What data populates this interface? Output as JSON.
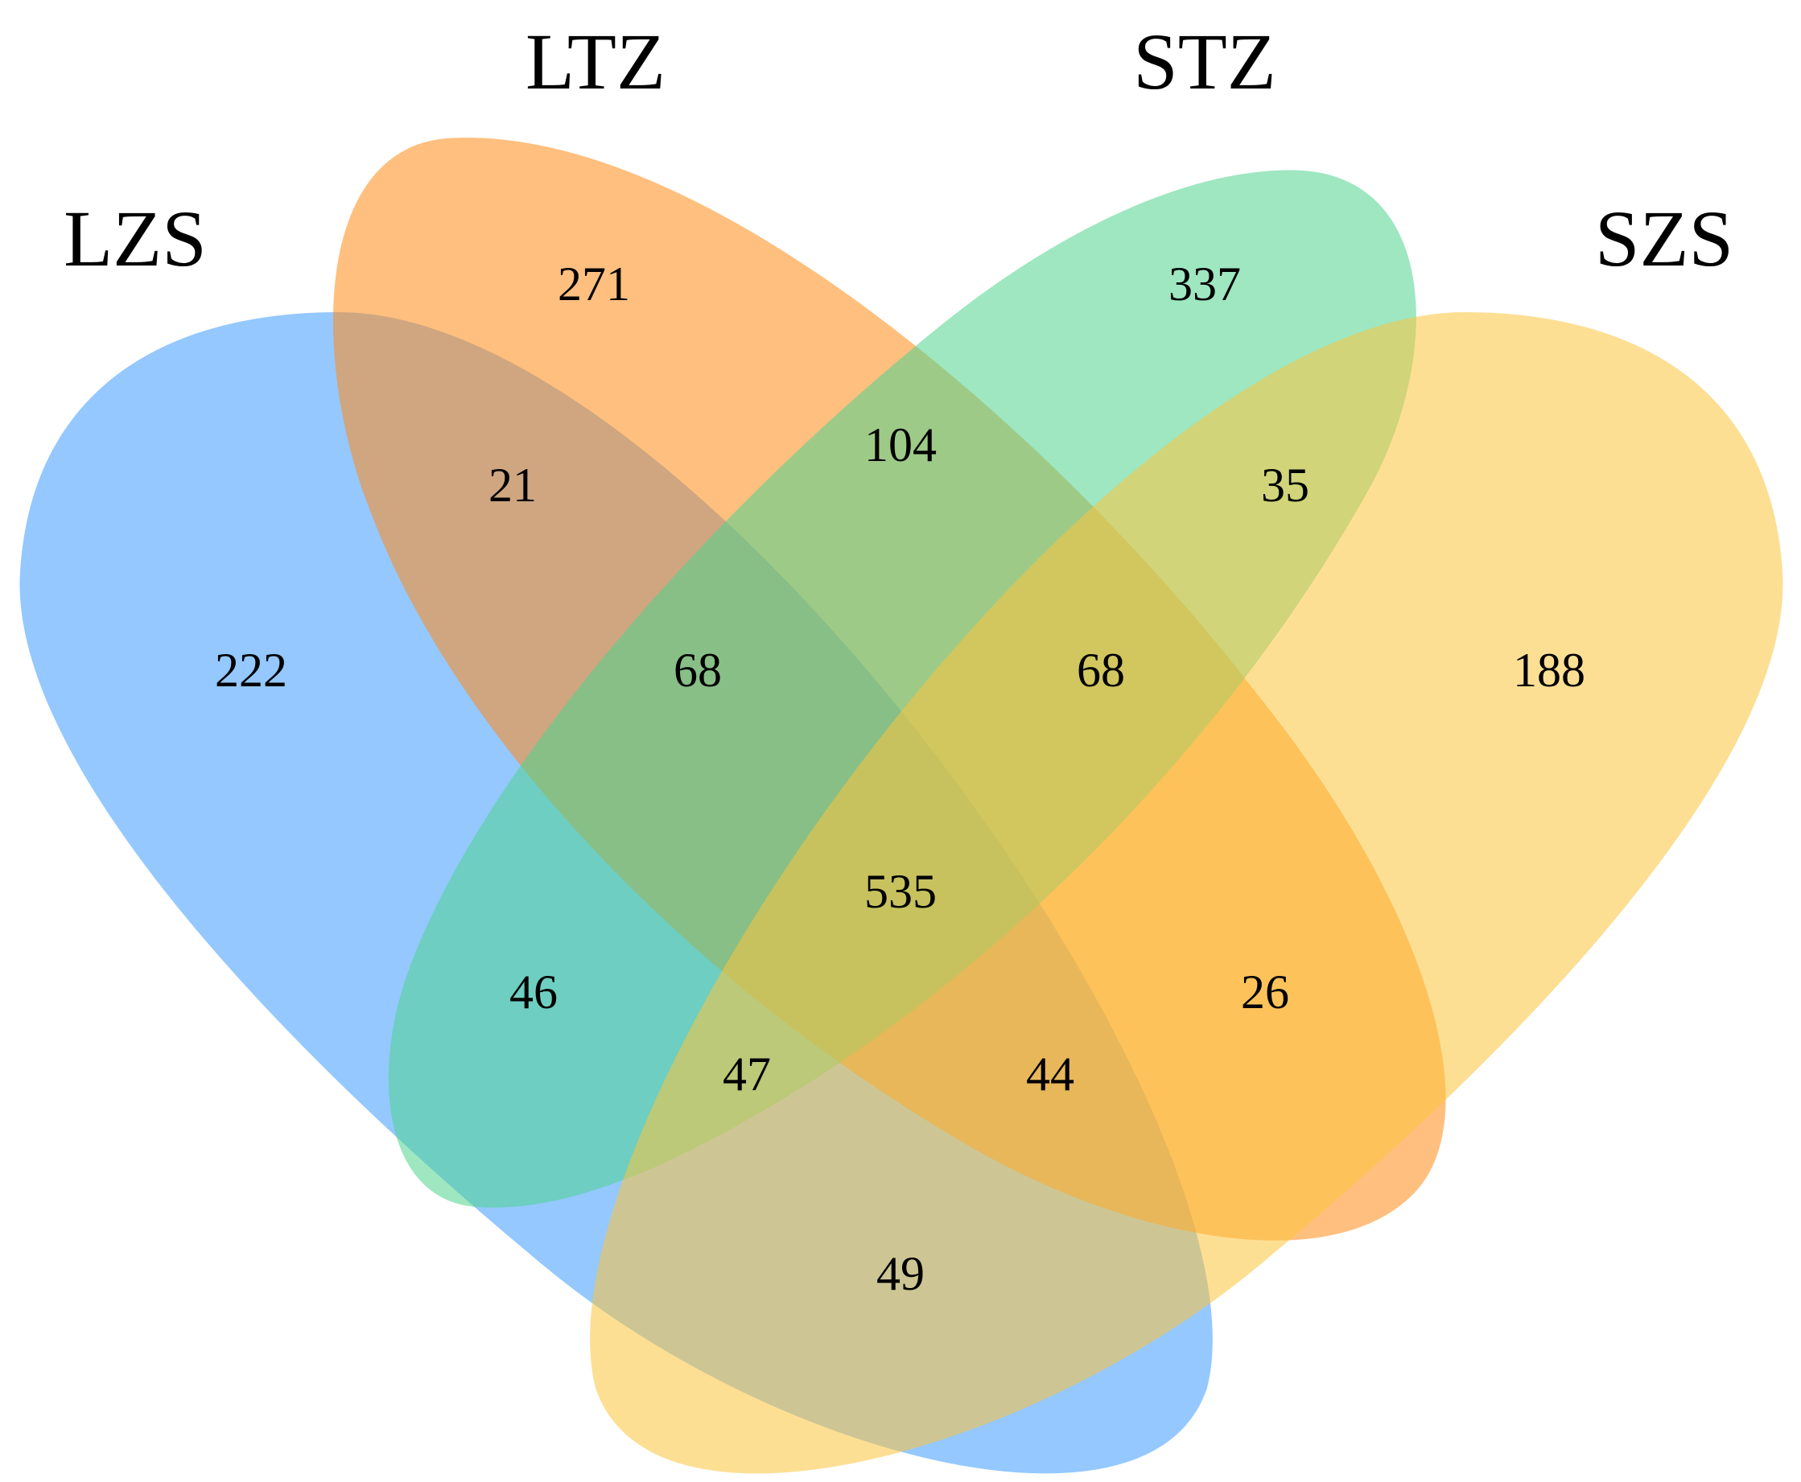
{
  "chart_data": {
    "type": "venn",
    "sets": [
      {
        "key": "lzs",
        "name": "LZS",
        "color": "#3d9bff"
      },
      {
        "key": "ltz",
        "name": "LTZ",
        "color": "#ff8a16"
      },
      {
        "key": "stz",
        "name": "STZ",
        "color": "#4fd48e"
      },
      {
        "key": "szs",
        "name": "SZS",
        "color": "#fcc43c"
      }
    ],
    "regions": [
      {
        "key": "ltz_only",
        "sets": [
          "LTZ"
        ],
        "value": "271"
      },
      {
        "key": "stz_only",
        "sets": [
          "STZ"
        ],
        "value": "337"
      },
      {
        "key": "ltz_stz",
        "sets": [
          "LTZ",
          "STZ"
        ],
        "value": "104"
      },
      {
        "key": "lzs_ltz",
        "sets": [
          "LZS",
          "LTZ"
        ],
        "value": "21"
      },
      {
        "key": "stz_szs",
        "sets": [
          "STZ",
          "SZS"
        ],
        "value": "35"
      },
      {
        "key": "lzs_only",
        "sets": [
          "LZS"
        ],
        "value": "222"
      },
      {
        "key": "lzs_ltz_stz",
        "sets": [
          "LZS",
          "LTZ",
          "STZ"
        ],
        "value": "68"
      },
      {
        "key": "ltz_stz_szs",
        "sets": [
          "LTZ",
          "STZ",
          "SZS"
        ],
        "value": "68"
      },
      {
        "key": "szs_only",
        "sets": [
          "SZS"
        ],
        "value": "188"
      },
      {
        "key": "all_four",
        "sets": [
          "LZS",
          "LTZ",
          "STZ",
          "SZS"
        ],
        "value": "535"
      },
      {
        "key": "lzs_stz",
        "sets": [
          "LZS",
          "STZ"
        ],
        "value": "46"
      },
      {
        "key": "ltz_szs",
        "sets": [
          "LTZ",
          "SZS"
        ],
        "value": "26"
      },
      {
        "key": "lzs_stz_szs",
        "sets": [
          "LZS",
          "STZ",
          "SZS"
        ],
        "value": "47"
      },
      {
        "key": "lzs_ltz_szs",
        "sets": [
          "LZS",
          "LTZ",
          "SZS"
        ],
        "value": "44"
      },
      {
        "key": "lzs_szs",
        "sets": [
          "LZS",
          "SZS"
        ],
        "value": "49"
      }
    ]
  }
}
